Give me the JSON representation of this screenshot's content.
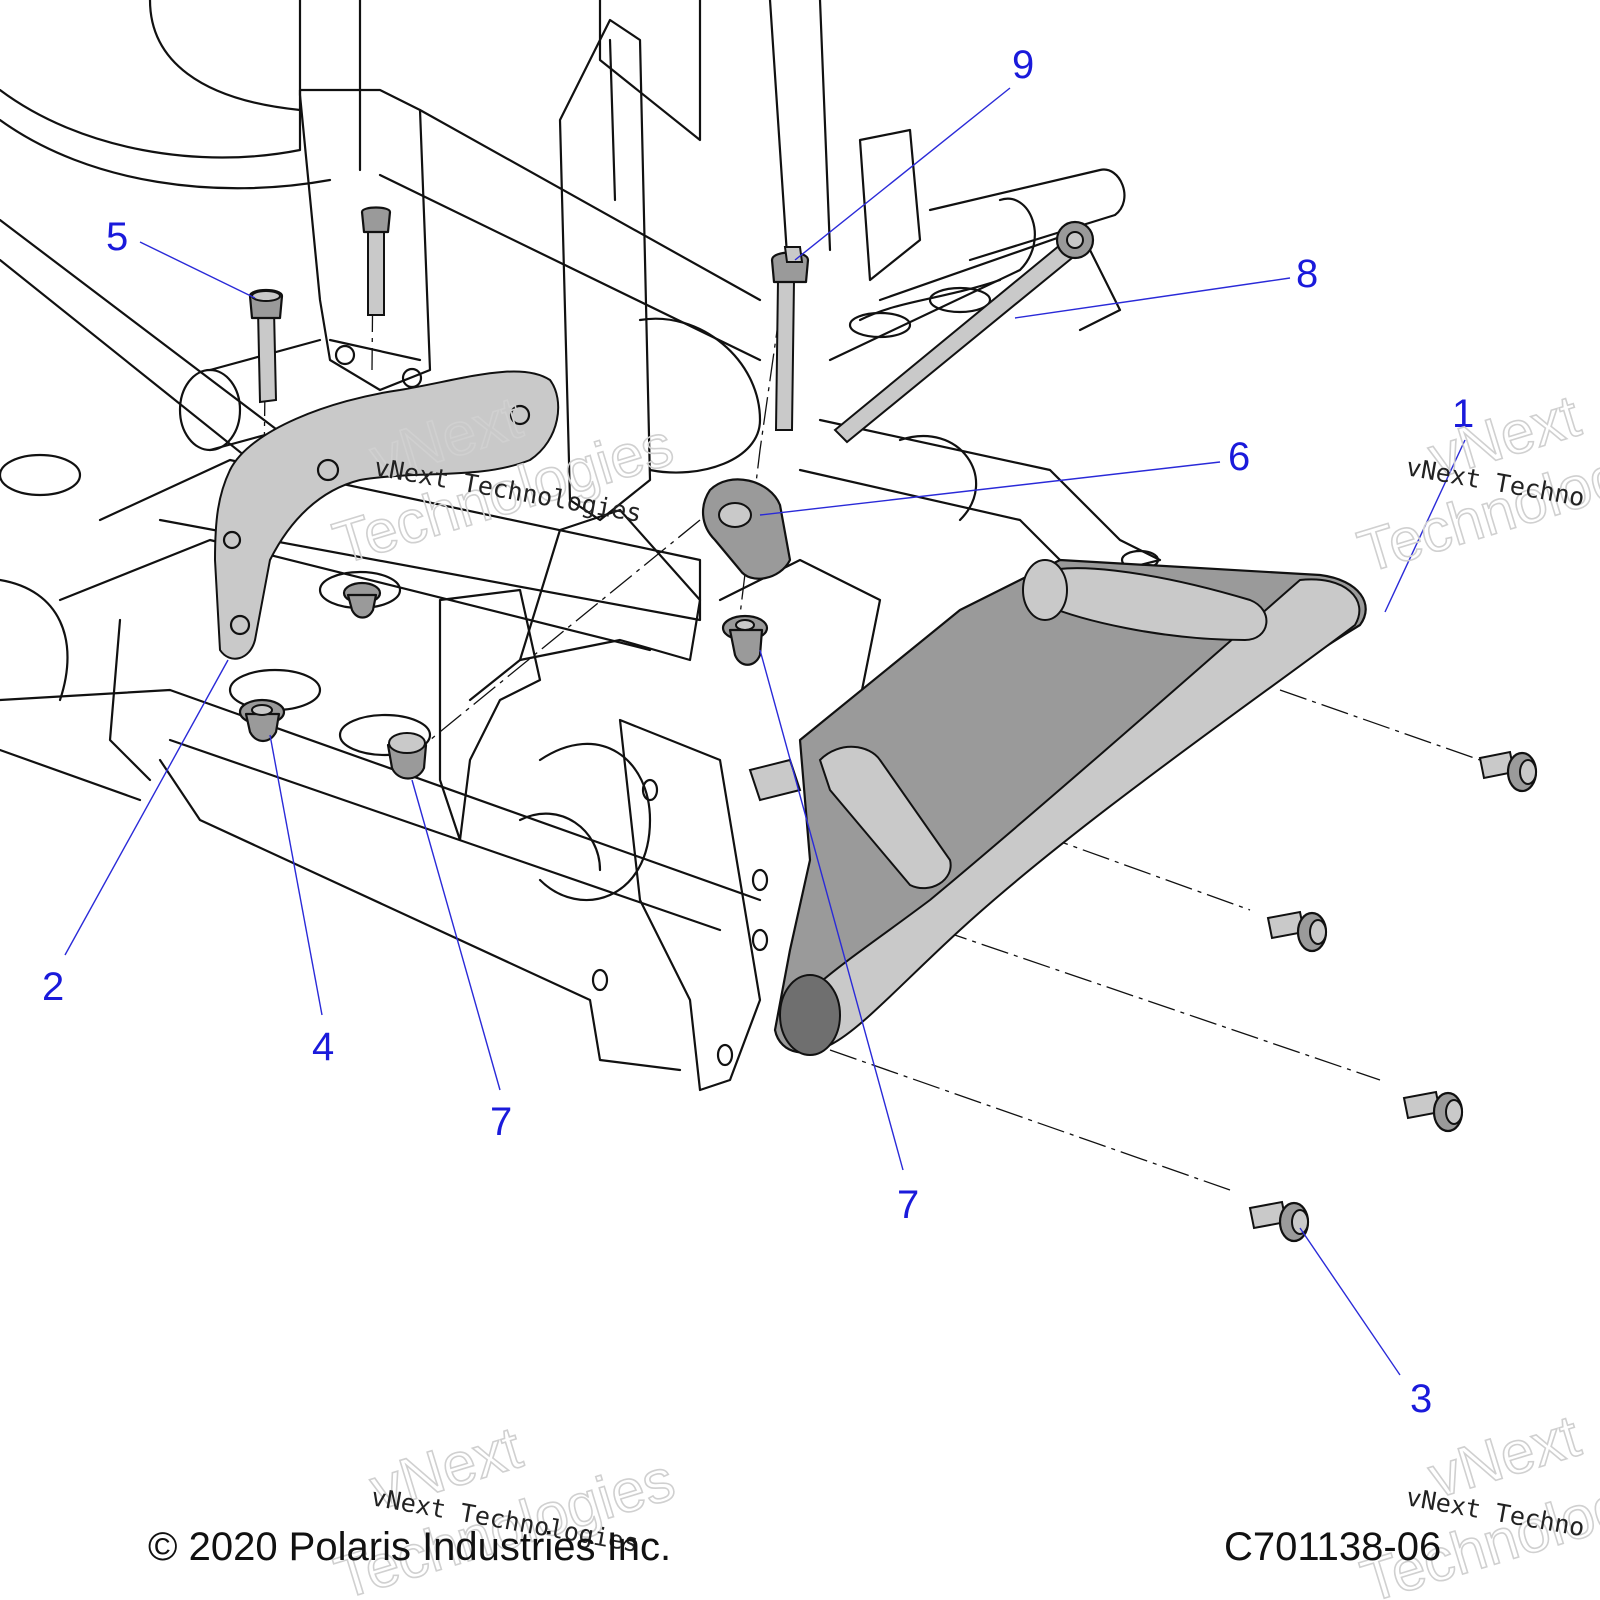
{
  "callouts": [
    {
      "id": "1",
      "label": "1"
    },
    {
      "id": "2",
      "label": "2"
    },
    {
      "id": "3",
      "label": "3"
    },
    {
      "id": "4",
      "label": "4"
    },
    {
      "id": "5",
      "label": "5"
    },
    {
      "id": "6",
      "label": "6"
    },
    {
      "id": "7a",
      "label": "7"
    },
    {
      "id": "7b",
      "label": "7"
    },
    {
      "id": "8",
      "label": "8"
    },
    {
      "id": "9",
      "label": "9"
    }
  ],
  "watermark": {
    "brand_line1": "vNext",
    "brand_line2": "Technologies",
    "brand_full": "vNext Technologies",
    "brand_cut": "vNext Techno"
  },
  "footer": {
    "copyright": "© 2020 Polaris Industries Inc.",
    "drawing_number": "C701138-06"
  },
  "colors": {
    "callout": "#1a1adb",
    "line_art": "#111111",
    "part_fill": "#9a9a9a"
  }
}
